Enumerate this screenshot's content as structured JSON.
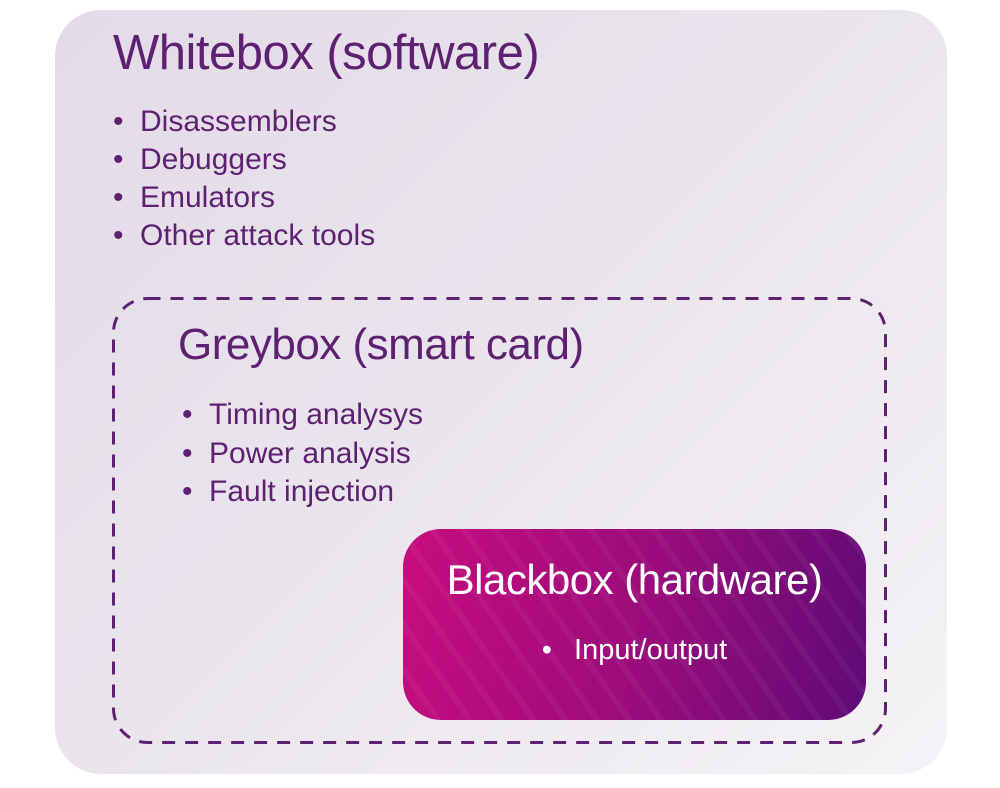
{
  "diagram": {
    "whitebox": {
      "title": "Whitebox (software)",
      "items": [
        "Disassemblers",
        "Debuggers",
        "Emulators",
        "Other attack tools"
      ]
    },
    "greybox": {
      "title": "Greybox (smart card)",
      "items": [
        "Timing analysys",
        "Power analysis",
        "Fault injection"
      ]
    },
    "blackbox": {
      "title": "Blackbox (hardware)",
      "items": [
        "Input/output"
      ]
    },
    "bullet_glyph": "•",
    "colors": {
      "text_purple": "#5e2172",
      "dashed_border_purple": "#5e2172",
      "whitebox_gradient_start": "#e3dbe8",
      "whitebox_gradient_end": "#f5f3f6",
      "blackbox_gradient_start": "#c70d7e",
      "blackbox_gradient_end": "#5e0b76",
      "blackbox_text": "#ffffff",
      "page_background": "#ffffff"
    }
  }
}
